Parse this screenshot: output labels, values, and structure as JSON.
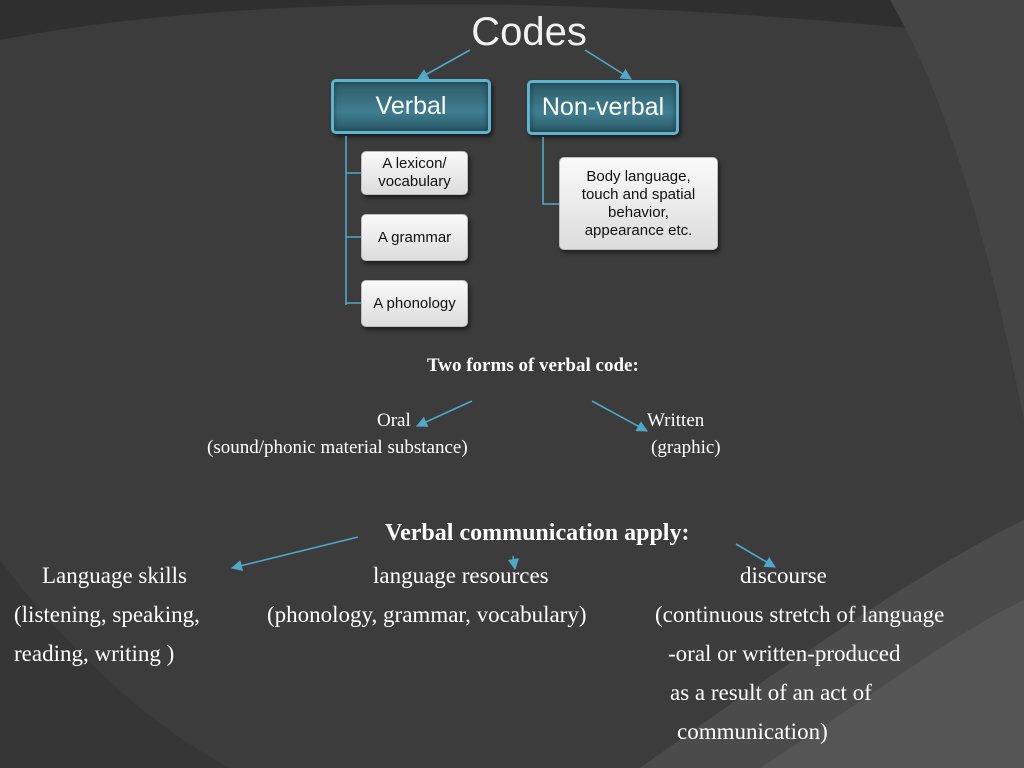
{
  "title": "Codes",
  "verbal": {
    "label": "Verbal",
    "items": [
      "A lexicon/\nvocabulary",
      "A grammar",
      "A phonology"
    ]
  },
  "nonverbal": {
    "label": "Non-verbal",
    "items": [
      "Body language,\ntouch and spatial\nbehavior,\nappearance etc."
    ]
  },
  "forms": {
    "heading": "Two forms of verbal code:",
    "oral": "Oral",
    "oral_desc": "(sound/phonic material substance)",
    "written": "Written",
    "written_desc": "(graphic)"
  },
  "apply": {
    "heading": "Verbal communication apply:",
    "skills": {
      "title": "Language skills",
      "line1": "(listening, speaking,",
      "line2": "reading, writing )"
    },
    "resources": {
      "title": "language resources",
      "line1": "(phonology, grammar, vocabulary)"
    },
    "discourse": {
      "title": "discourse",
      "line1": "(continuous  stretch of language",
      "line2": "-oral or written-produced",
      "line3": "as a result of an act of",
      "line4": "communication)"
    }
  },
  "colors": {
    "background": "#3b3b3b",
    "accent": "#4fa8c8",
    "head_box": "#3a7788"
  }
}
